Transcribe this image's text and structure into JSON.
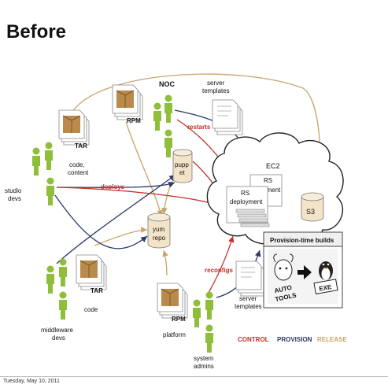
{
  "title": "Before",
  "footer": "Tuesday, May 10, 2011",
  "colors": {
    "control": "#c0312b",
    "provision": "#2b3a67",
    "release": "#c9a46a",
    "person": "#8fbf3a",
    "package": "#b98a4a"
  },
  "actors": {
    "noc": "NOC",
    "studio_devs": [
      "studio",
      "devs"
    ],
    "middleware_devs": [
      "middleware",
      "devs"
    ],
    "system_admins": [
      "system",
      "admins"
    ]
  },
  "artifacts": {
    "tar_top": "TAR",
    "code_content": [
      "code,",
      "content"
    ],
    "rpm_top": "RPM",
    "tar_bottom": "TAR",
    "code_bottom": "code",
    "rpm_bottom": "RPM",
    "platform": "platform",
    "server_templates_top": [
      "server",
      "templates"
    ],
    "server_templates_bottom": [
      "server",
      "templates"
    ]
  },
  "systems": {
    "puppet": [
      "pupp",
      "et"
    ],
    "yum_repo": [
      "yum",
      "repo"
    ],
    "ec2": "EC2",
    "rs_deployment_front": [
      "RS",
      "deployment"
    ],
    "rs_deployment_back": [
      "RS",
      "oyment"
    ],
    "s3": "S3"
  },
  "arrows": {
    "deploys": "deploys",
    "restarts": "restarts",
    "reconfigs": "reconfigs"
  },
  "callout": {
    "title": "Provision-time builds",
    "auto_tools": [
      "AUTO",
      "TOOLS"
    ],
    "exe": "EXE"
  },
  "legend": {
    "control": "CONTROL",
    "provision": "PROVISION",
    "release": "RELEASE"
  }
}
